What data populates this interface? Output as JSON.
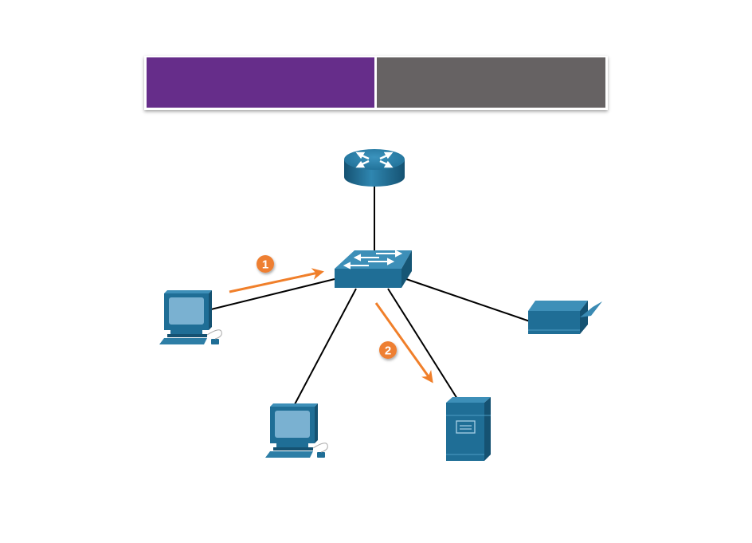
{
  "header": {
    "left_segment": {
      "label": "",
      "color": "#662d8a"
    },
    "right_segment": {
      "label": "",
      "color": "#666263"
    }
  },
  "colors": {
    "device": "#1f6e96",
    "device_dark": "#155272",
    "device_light": "#3a8ab3",
    "screen": "#7ab1d1",
    "link": "#000000",
    "arrow": "#f07f2a",
    "badge": "#ee7f32"
  },
  "devices": [
    {
      "id": "router",
      "type": "router"
    },
    {
      "id": "switch",
      "type": "switch"
    },
    {
      "id": "pc-left",
      "type": "pc"
    },
    {
      "id": "pc-bottom",
      "type": "pc"
    },
    {
      "id": "server",
      "type": "server"
    },
    {
      "id": "printer",
      "type": "printer"
    }
  ],
  "links": [
    {
      "from": "router",
      "to": "switch"
    },
    {
      "from": "switch",
      "to": "pc-left"
    },
    {
      "from": "switch",
      "to": "pc-bottom"
    },
    {
      "from": "switch",
      "to": "server"
    },
    {
      "from": "switch",
      "to": "printer"
    }
  ],
  "flow_steps": [
    {
      "number": "1",
      "label": "1",
      "from": "pc-left",
      "to": "switch"
    },
    {
      "number": "2",
      "label": "2",
      "from": "switch",
      "to": "server"
    }
  ]
}
